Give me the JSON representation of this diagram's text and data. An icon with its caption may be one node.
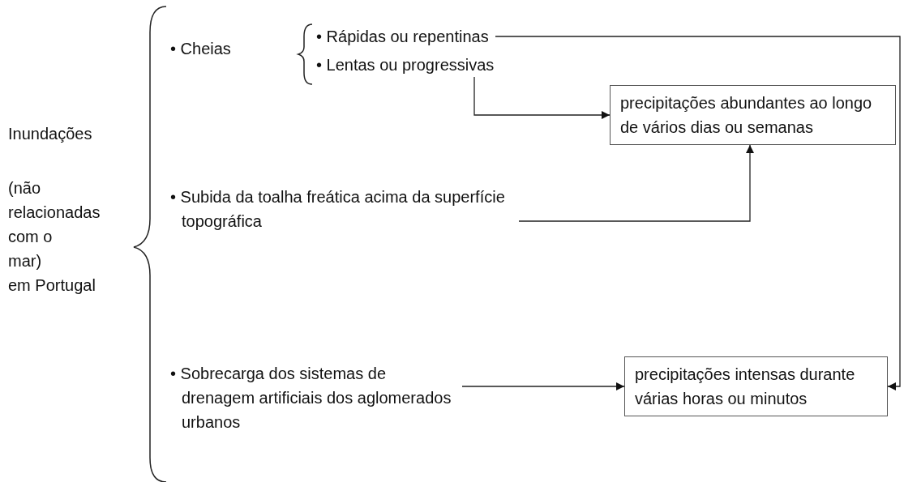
{
  "diagram": {
    "nodes": [
      {
        "text": [
          "• Rápidas ou repentinas"
        ]
      },
      {
        "text": [
          "• Lentas ou progressivas"
        ]
      },
      {
        "text": [
          "• Subida da toalha freática acima da superfície topográfica"
        ]
      },
      {
        "text": [
          "• Sobrecarga dos sistemas de drenagem artificiais dos aglomerados urbanos"
        ]
      },
      {
        "text": [
          "precipitações abundantes ao longo de vários dias ou semanas"
        ]
      },
      {
        "text": [
          "precipitações intensas durante várias horas ou minutos"
        ]
      }
    ],
    "edges": [
      {
        "from": 0,
        "to": 5,
        "arrow": "to"
      },
      {
        "from": 1,
        "to": 4,
        "arrow": "to"
      },
      {
        "from": 2,
        "to": 4,
        "arrow": "to"
      },
      {
        "from": 3,
        "to": 5,
        "arrow": "to"
      }
    ],
    "labels": [
      "Inundações",
      "(não relacionadas com o mar)",
      "em Portugal",
      "• Cheias"
    ]
  }
}
